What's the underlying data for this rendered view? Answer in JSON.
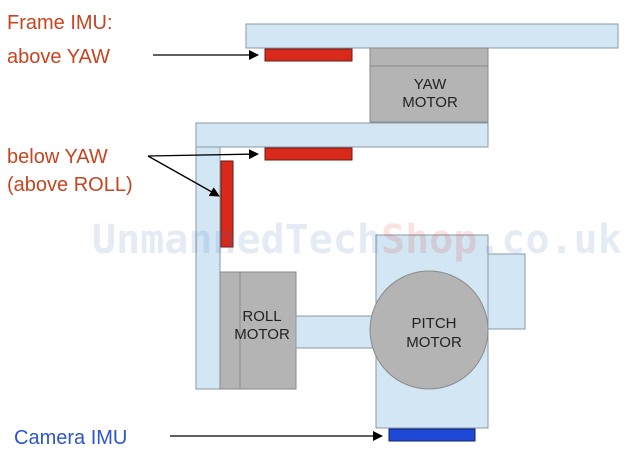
{
  "diagram": {
    "labels": {
      "frame_imu_line1": "Frame IMU:",
      "frame_imu_line2": "above YAW",
      "below_yaw_line1": "below YAW",
      "below_yaw_line2": "(above ROLL)",
      "camera_imu": "Camera IMU"
    },
    "motors": {
      "yaw_line1": "YAW",
      "yaw_line2": "MOTOR",
      "roll_line1": "ROLL",
      "roll_line2": "MOTOR",
      "pitch_line1": "PITCH",
      "pitch_line2": "MOTOR"
    },
    "watermark": {
      "part1": "Unmanned",
      "part2": "Tech",
      "part3": "Shop",
      "part4": ".co.uk"
    },
    "colors": {
      "frame": "#d3e6f4",
      "motor": "#b4b4b4",
      "imu_red": "#d9291a",
      "imu_blue": "#1f48d6",
      "label_red": "#c8431f",
      "label_blue": "#2e55c9"
    }
  }
}
